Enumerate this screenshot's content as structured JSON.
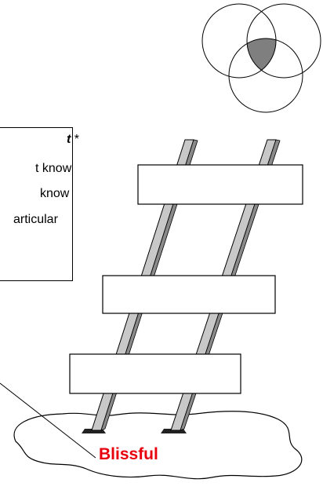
{
  "textbox": {
    "lines": [
      {
        "text": "t",
        "suffix": " *"
      },
      {
        "text": "t know"
      },
      {
        "text": "know"
      },
      {
        "text": "articular"
      }
    ]
  },
  "callout": {
    "label": "Blissful"
  },
  "colors": {
    "label_red": "#e8000d",
    "venn_overlap": "#7f7f7f",
    "rung_fill": "#ffffff",
    "rail_fill": "#c8c8c8"
  }
}
